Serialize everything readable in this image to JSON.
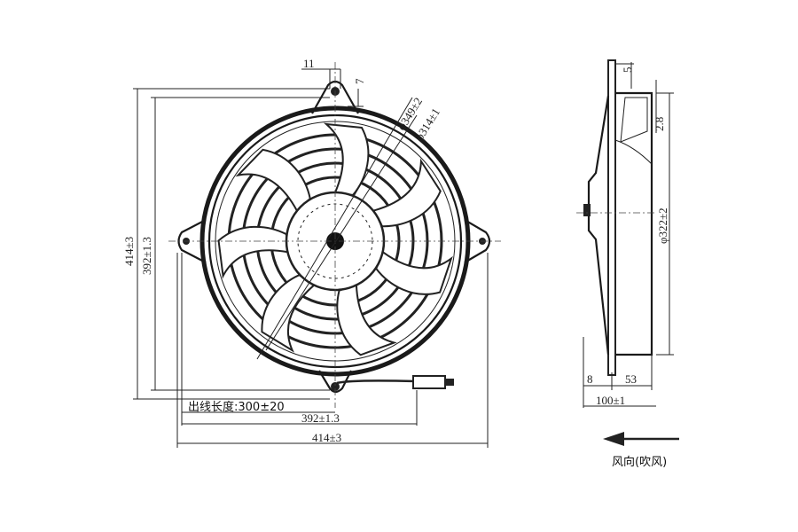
{
  "front_view": {
    "ear_width": "11",
    "ear_height": "7",
    "outer_diameter": "φ349±2",
    "inner_diameter": "φ314±1",
    "height_outer": "414±3",
    "height_inner": "392±1.3",
    "lead_length": "出线长度:300±20",
    "width_inner": "392±1.3",
    "width_outer": "414±3"
  },
  "side_view": {
    "tab_dim": "5",
    "offset_dim": "2.8",
    "shroud_diameter": "φ322±2",
    "flange_dim": "8",
    "body_depth": "53",
    "total_depth": "100±1"
  },
  "airflow": {
    "label": "风向(吹风)",
    "icon": "arrow-left-icon"
  }
}
